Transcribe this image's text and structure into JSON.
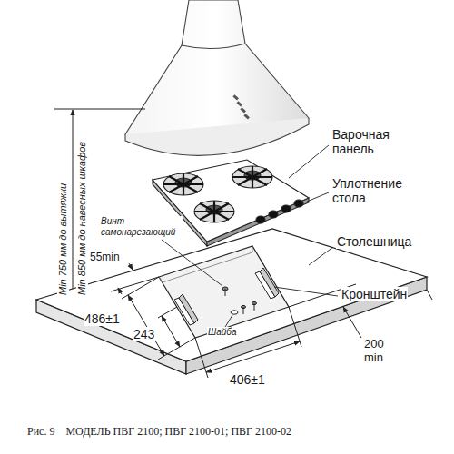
{
  "diagram": {
    "caption": "Рис. 9    МОДЕЛЬ ПВГ 2100; ПВГ 2100-01; ПВГ 2100-02",
    "labels": [
      "Варочная панель",
      "Уплотнение стола",
      "Винт самонарезающий",
      "55min",
      "Столешница",
      "Кронштейн",
      "486±1",
      "243",
      "Шайба",
      "406±1",
      "200 min",
      "Min 750 мм до вытяжки",
      "Min 850 мм до навесных шкафов"
    ]
  }
}
